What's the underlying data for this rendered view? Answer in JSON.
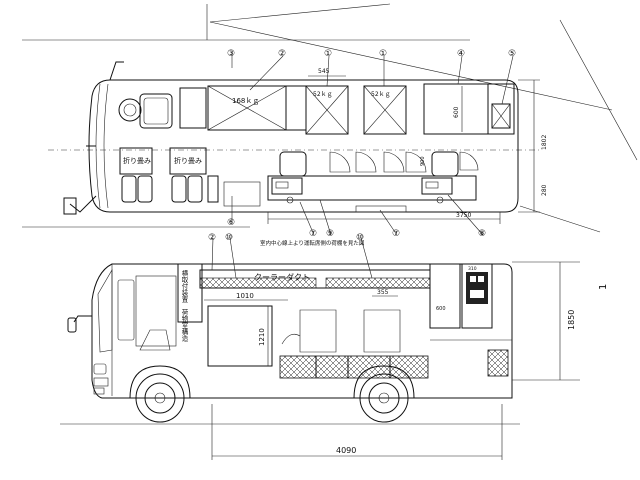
{
  "callouts": {
    "c1a": "①",
    "c1b": "①",
    "c2top": "②",
    "c3": "③",
    "c4": "④",
    "c5": "⑤",
    "c6": "⑥",
    "c7a": "⑦",
    "c7b": "⑦",
    "c8": "⑧",
    "c9": "⑨",
    "c2side": "②",
    "c10a": "⑩",
    "c10b": "⑩"
  },
  "plan": {
    "weight_large": "168ｋｇ",
    "weight_cab1": "52ｋｇ",
    "weight_cab2": "52ｋｇ",
    "fold_label_left": "折り畳み",
    "fold_label_right": "折り畳み",
    "dim_545": "545",
    "dim_600": "600",
    "dim_1802": "1802",
    "dim_280": "280",
    "dim_3750": "3750",
    "dim_aisle": "900",
    "note": "室内中心線上より運転席側の荷棚を見た図"
  },
  "side": {
    "duct_label": "クーラーダクト",
    "cabinet_label": "横取付装置　荷物室構造",
    "dim_1010": "1010",
    "dim_1210": "1210",
    "dim_355": "355",
    "dim_600": "600",
    "dim_1850": "1850",
    "dim_4090": "4090",
    "dim_small_top": "310",
    "dim_small_right": "1"
  }
}
